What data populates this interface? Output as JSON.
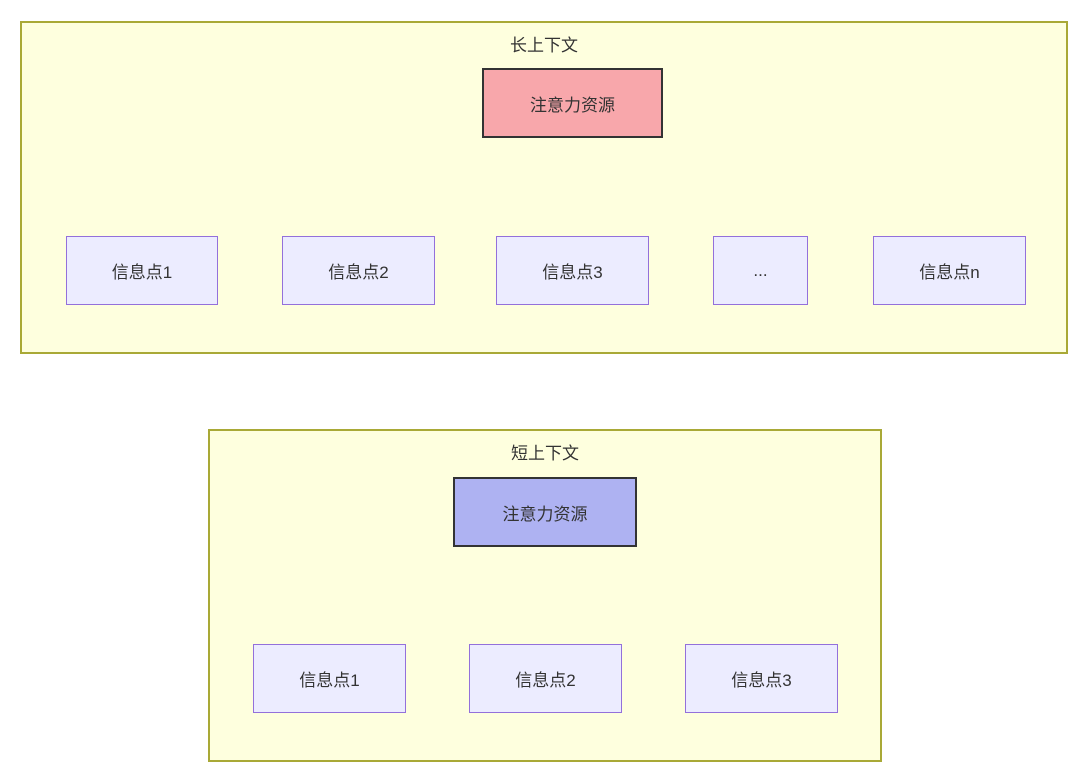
{
  "colors": {
    "group_fill": "#feffde",
    "group_border": "#a9a936",
    "attention_long_fill": "#f8a7ab",
    "attention_short_fill": "#aeb2f2",
    "attention_border": "#333333",
    "info_node_fill": "#ececff",
    "info_node_border": "#9370db",
    "edge_color": "#333333",
    "text_color": "#333333"
  },
  "long": {
    "title": "长上下文",
    "attention": {
      "label": "注意力资源"
    },
    "nodes": [
      {
        "label": "信息点1"
      },
      {
        "label": "信息点2"
      },
      {
        "label": "信息点3"
      },
      {
        "label": "..."
      },
      {
        "label": "信息点n"
      }
    ]
  },
  "short": {
    "title": "短上下文",
    "attention": {
      "label": "注意力资源"
    },
    "nodes": [
      {
        "label": "信息点1"
      },
      {
        "label": "信息点2"
      },
      {
        "label": "信息点3"
      }
    ]
  }
}
